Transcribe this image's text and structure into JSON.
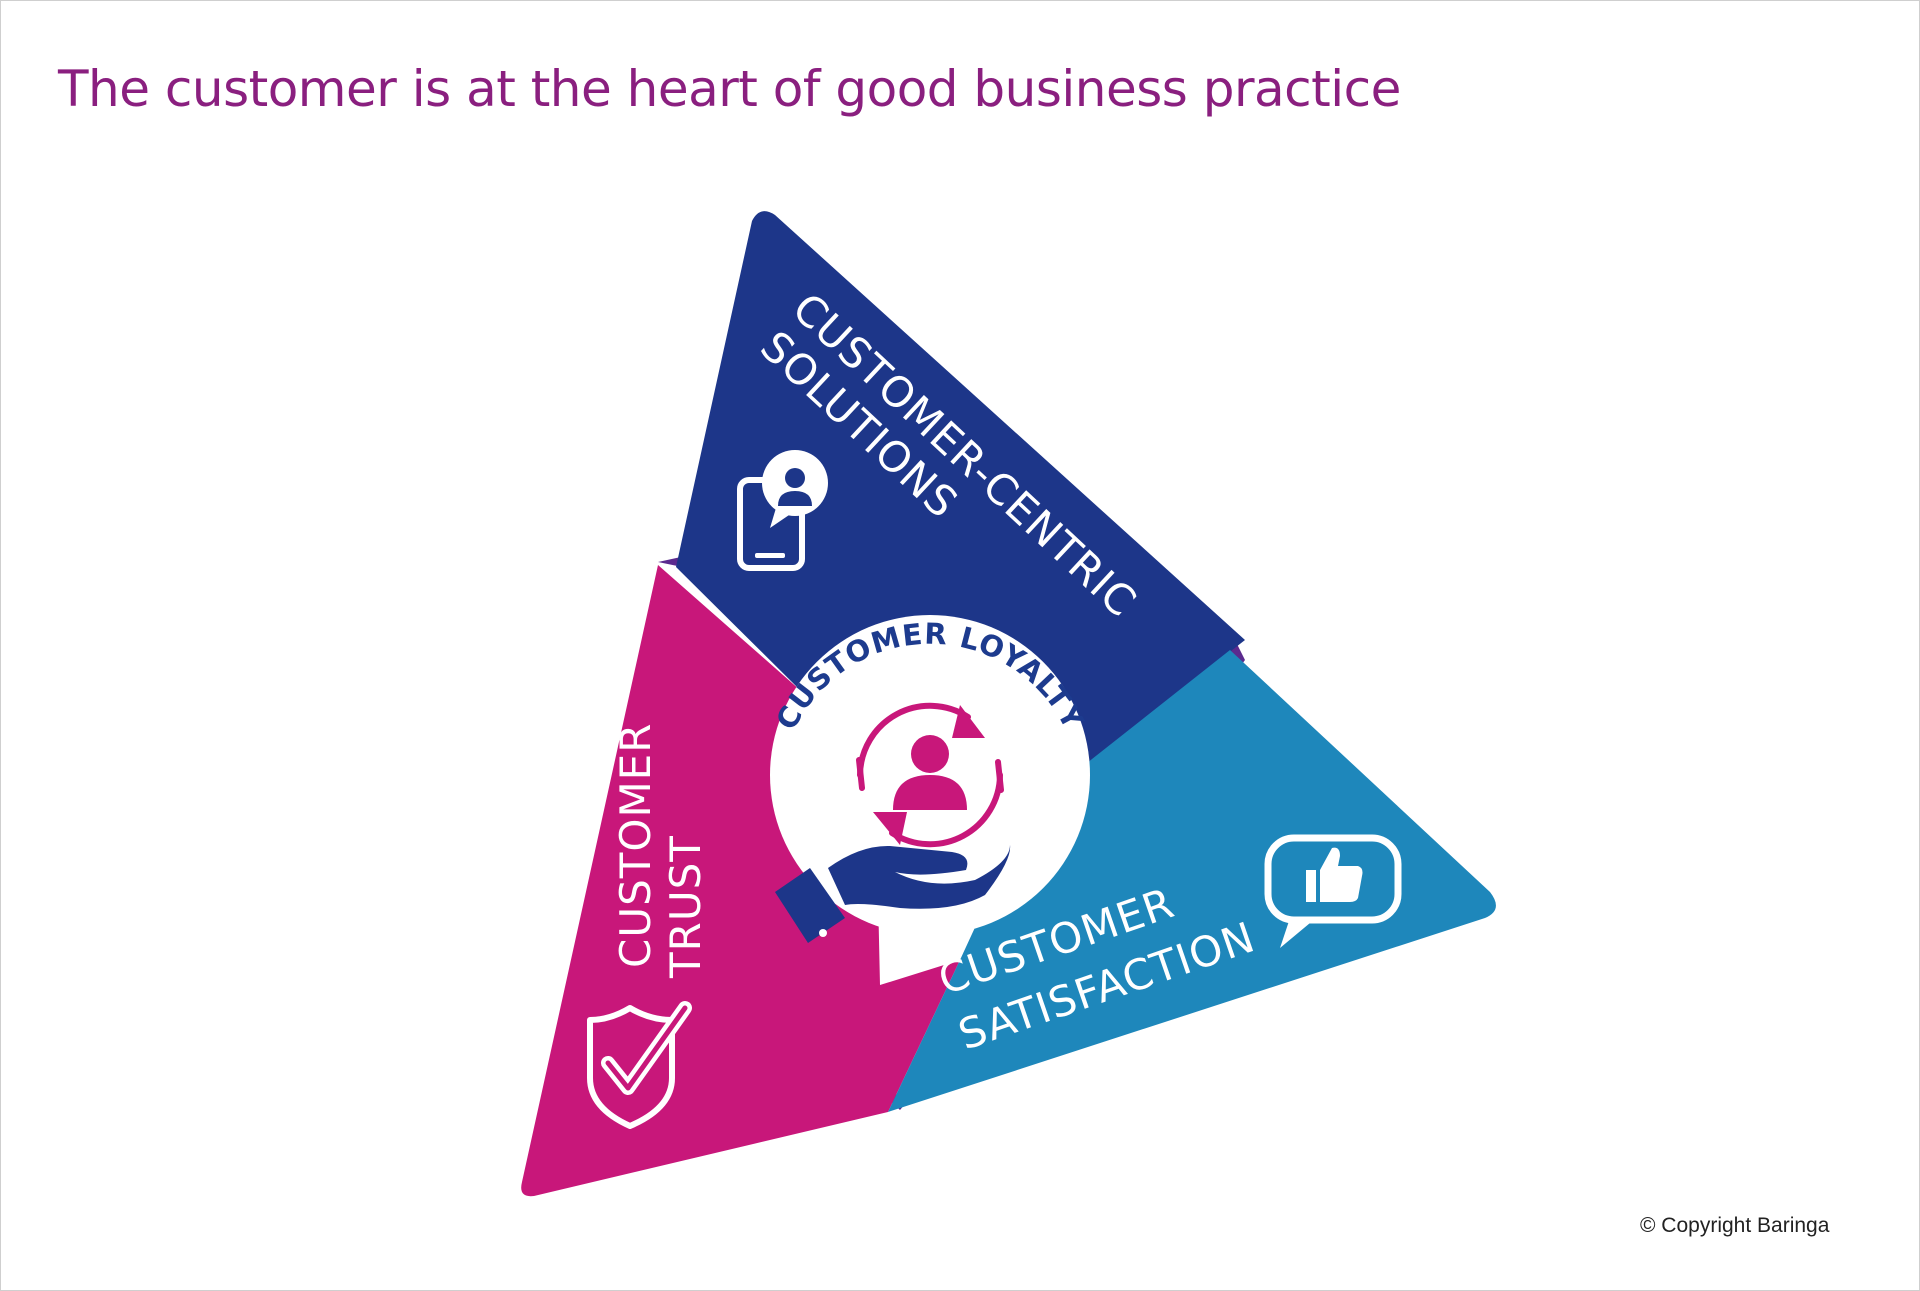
{
  "header": {
    "title": "The customer is at the heart of good business practice"
  },
  "diagram": {
    "center": {
      "label": "CUSTOMER LOYALTY",
      "icon": "person-cycle-in-hand-icon"
    },
    "segments": [
      {
        "id": "solutions",
        "line1": "CUSTOMER-CENTRIC",
        "line2": "SOLUTIONS",
        "icon": "phone-chat-icon",
        "color": "#1d3689"
      },
      {
        "id": "trust",
        "line1": "CUSTOMER",
        "line2": "TRUST",
        "icon": "shield-check-icon",
        "color": "#c8177a"
      },
      {
        "id": "satisfaction",
        "line1": "CUSTOMER",
        "line2": "SATISFACTION",
        "icon": "thumbs-up-speech-icon",
        "color": "#1e87bb"
      }
    ]
  },
  "footer": {
    "copyright": "© Copyright Baringa"
  }
}
